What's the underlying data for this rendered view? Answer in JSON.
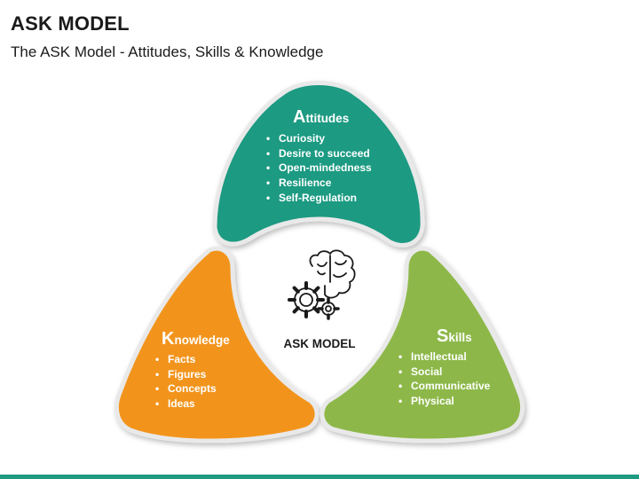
{
  "header": {
    "title": "ASK MODEL",
    "subtitle": "The ASK Model - Attitudes, Skills & Knowledge"
  },
  "colors": {
    "attitudes": "#1e9a82",
    "knowledge": "#f2941d",
    "skills": "#8db84a",
    "border": "#e9e9e9"
  },
  "center": {
    "label": "ASK MODEL",
    "icon": "brain-gears-icon"
  },
  "sections": {
    "attitudes": {
      "initial": "A",
      "rest": "ttitudes",
      "items": [
        "Curiosity",
        "Desire to succeed",
        "Open-mindedness",
        "Resilience",
        "Self-Regulation"
      ]
    },
    "knowledge": {
      "initial": "K",
      "rest": "nowledge",
      "items": [
        "Facts",
        "Figures",
        "Concepts",
        "Ideas"
      ]
    },
    "skills": {
      "initial": "S",
      "rest": "kills",
      "items": [
        "Intellectual",
        "Social",
        "Communicative",
        "Physical"
      ]
    }
  }
}
